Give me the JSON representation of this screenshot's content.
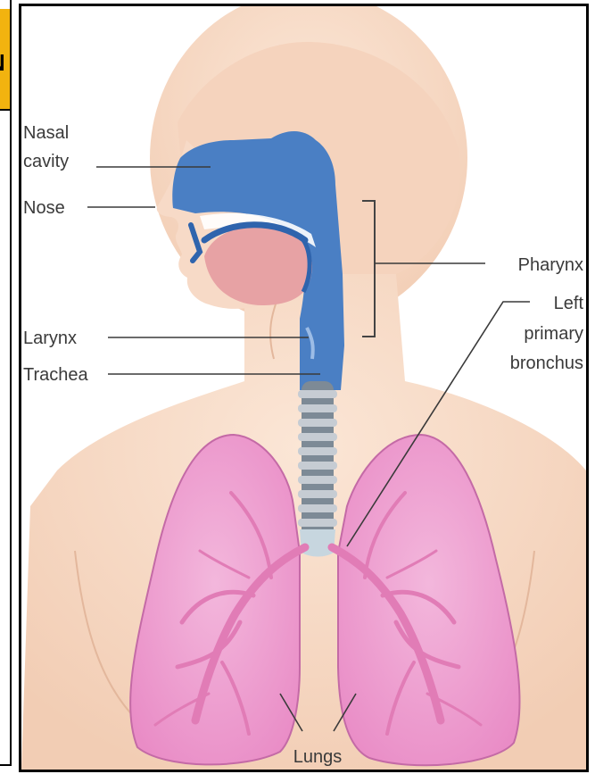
{
  "slide_tab": {
    "text": "N"
  },
  "labels": {
    "nasal_cavity": [
      "Nasal",
      "cavity"
    ],
    "nose": "Nose",
    "larynx": "Larynx",
    "trachea": "Trachea",
    "pharynx": "Pharynx",
    "left_primary_bronchus": [
      "Left",
      "primary",
      "bronchus"
    ],
    "lungs": "Lungs"
  },
  "colors": {
    "skin": "#f6d7c2",
    "airway_blue": "#4a7fc4",
    "lung_pink": "#ef9fd0",
    "bronchi_pink": "#e57fb8",
    "tongue": "#e7a2a4",
    "trachea_gray": "#7d8a96",
    "bracket_tab": "#f2b30f"
  }
}
